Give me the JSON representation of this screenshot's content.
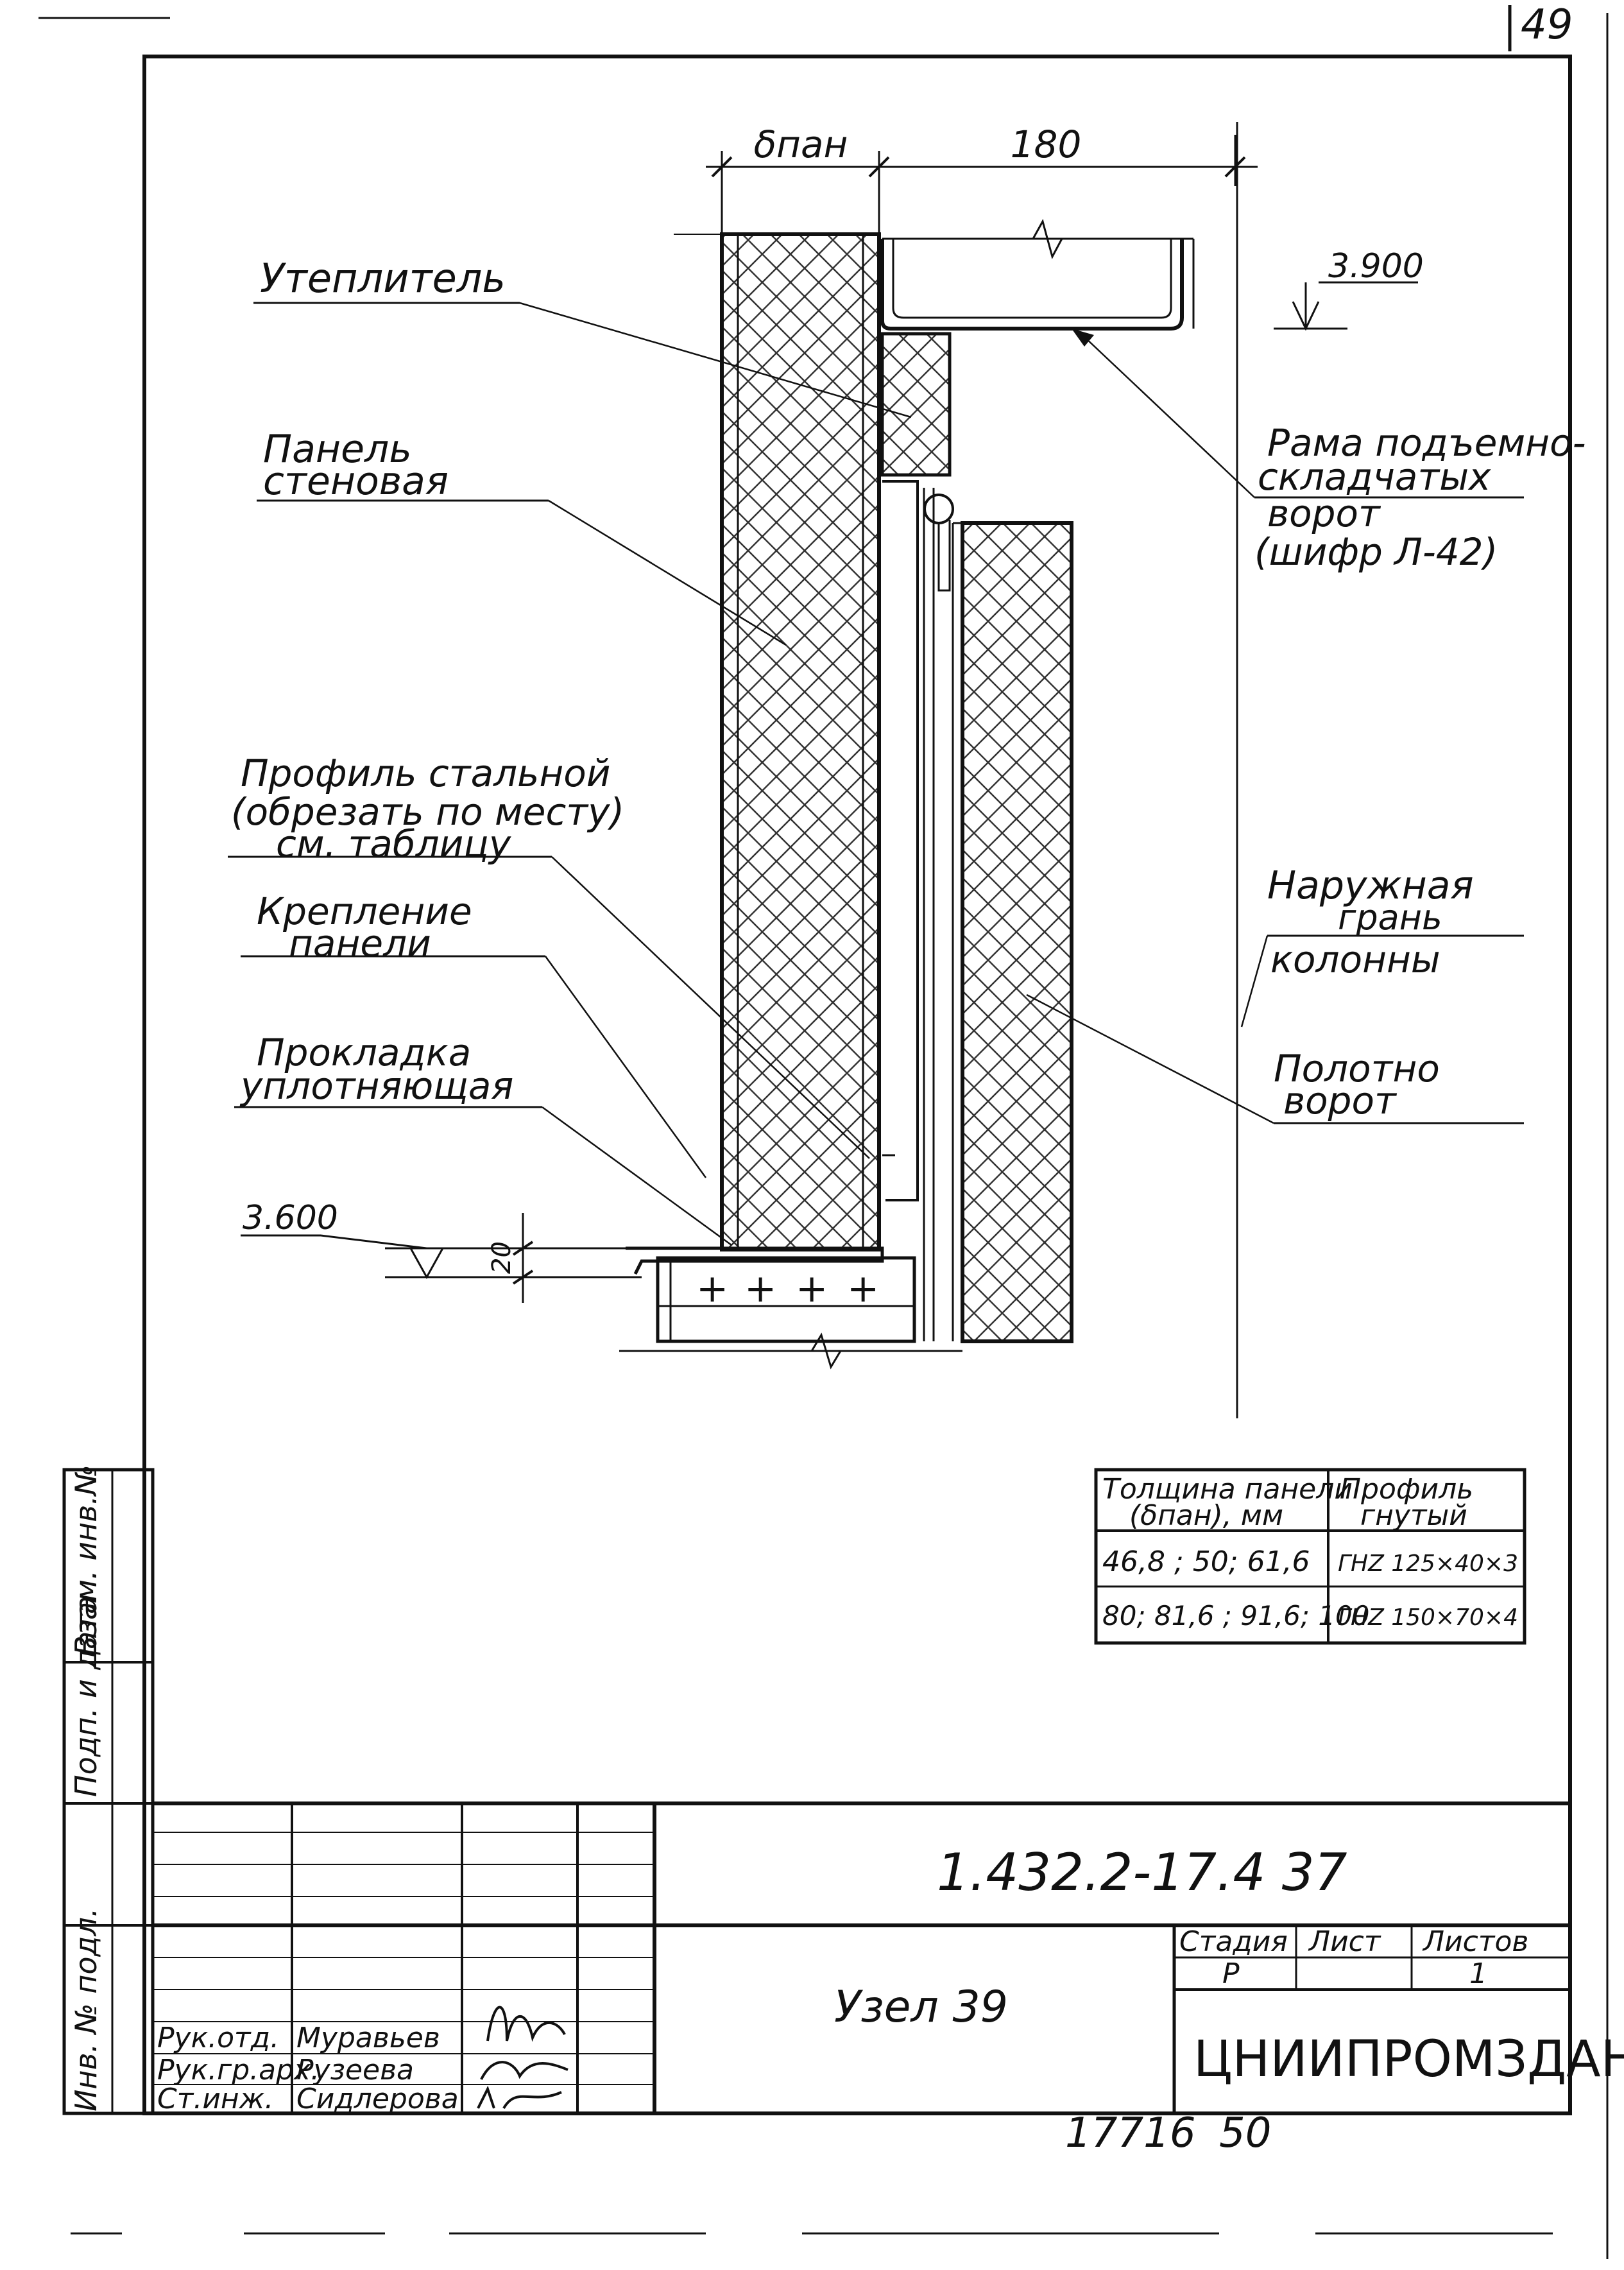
{
  "sheet": {
    "page_mark": "49",
    "drawing_code": "1.432.2-17.4 37",
    "node_title": "Узел 39",
    "organization": "ЦНИИПРОМЗДАНИЙ",
    "inventory_number": "17716",
    "inventory_suffix": "50"
  },
  "side_stamp": {
    "interchange_inv": "Взам. инв.№",
    "signature_date": "Подп. и дата",
    "original_inv": "Инв. № подл."
  },
  "dimensions": {
    "panel_width": "δпан",
    "gate_offset": "180",
    "level_top": "3.900",
    "level_bottom": "3.600",
    "gap": "20"
  },
  "labels": {
    "insulation": "Утеплитель",
    "panel_line1": "Панель",
    "panel_line2": "стеновая",
    "frame_line1": "Рама подъемно-",
    "frame_line2": "складчатых",
    "frame_line3": "ворот",
    "frame_line4": "(шифр Л-42)",
    "profile_line1": "Профиль стальной",
    "profile_line2": "(обрезать по месту)",
    "profile_line3": "см. таблицу",
    "fastening_line1": "Крепление",
    "fastening_line2": "панели",
    "gasket_line1": "Прокладка",
    "gasket_line2": "уплотняющая",
    "column_line1": "Наружная",
    "column_line2": "грань",
    "column_line3": "колонны",
    "gate_leaf_line1": "Полотно",
    "gate_leaf_line2": "ворот"
  },
  "table": {
    "head_col1_line1": "Толщина панели",
    "head_col1_line2": "(δпан), мм",
    "head_col2_line1": "Профиль",
    "head_col2_line2": "гнутый",
    "rows": [
      {
        "thickness": "46,8 ; 50; 61,6",
        "profile": "ГНZ 125×40×3"
      },
      {
        "thickness": "80; 81,6 ; 91,6; 100",
        "profile": "ГНZ 150×70×4"
      }
    ]
  },
  "title_block": {
    "stage_label": "Стадия",
    "sheet_label": "Лист",
    "sheets_label": "Листов",
    "stage_value": "Р",
    "sheet_value": "",
    "sheets_value": "1",
    "staff": [
      {
        "role": "Рук.отд.",
        "name": "Муравьев"
      },
      {
        "role": "Рук.гр.арх.",
        "name": "Рузеева"
      },
      {
        "role": "Ст.инж.",
        "name": "Сидлерова"
      }
    ]
  }
}
